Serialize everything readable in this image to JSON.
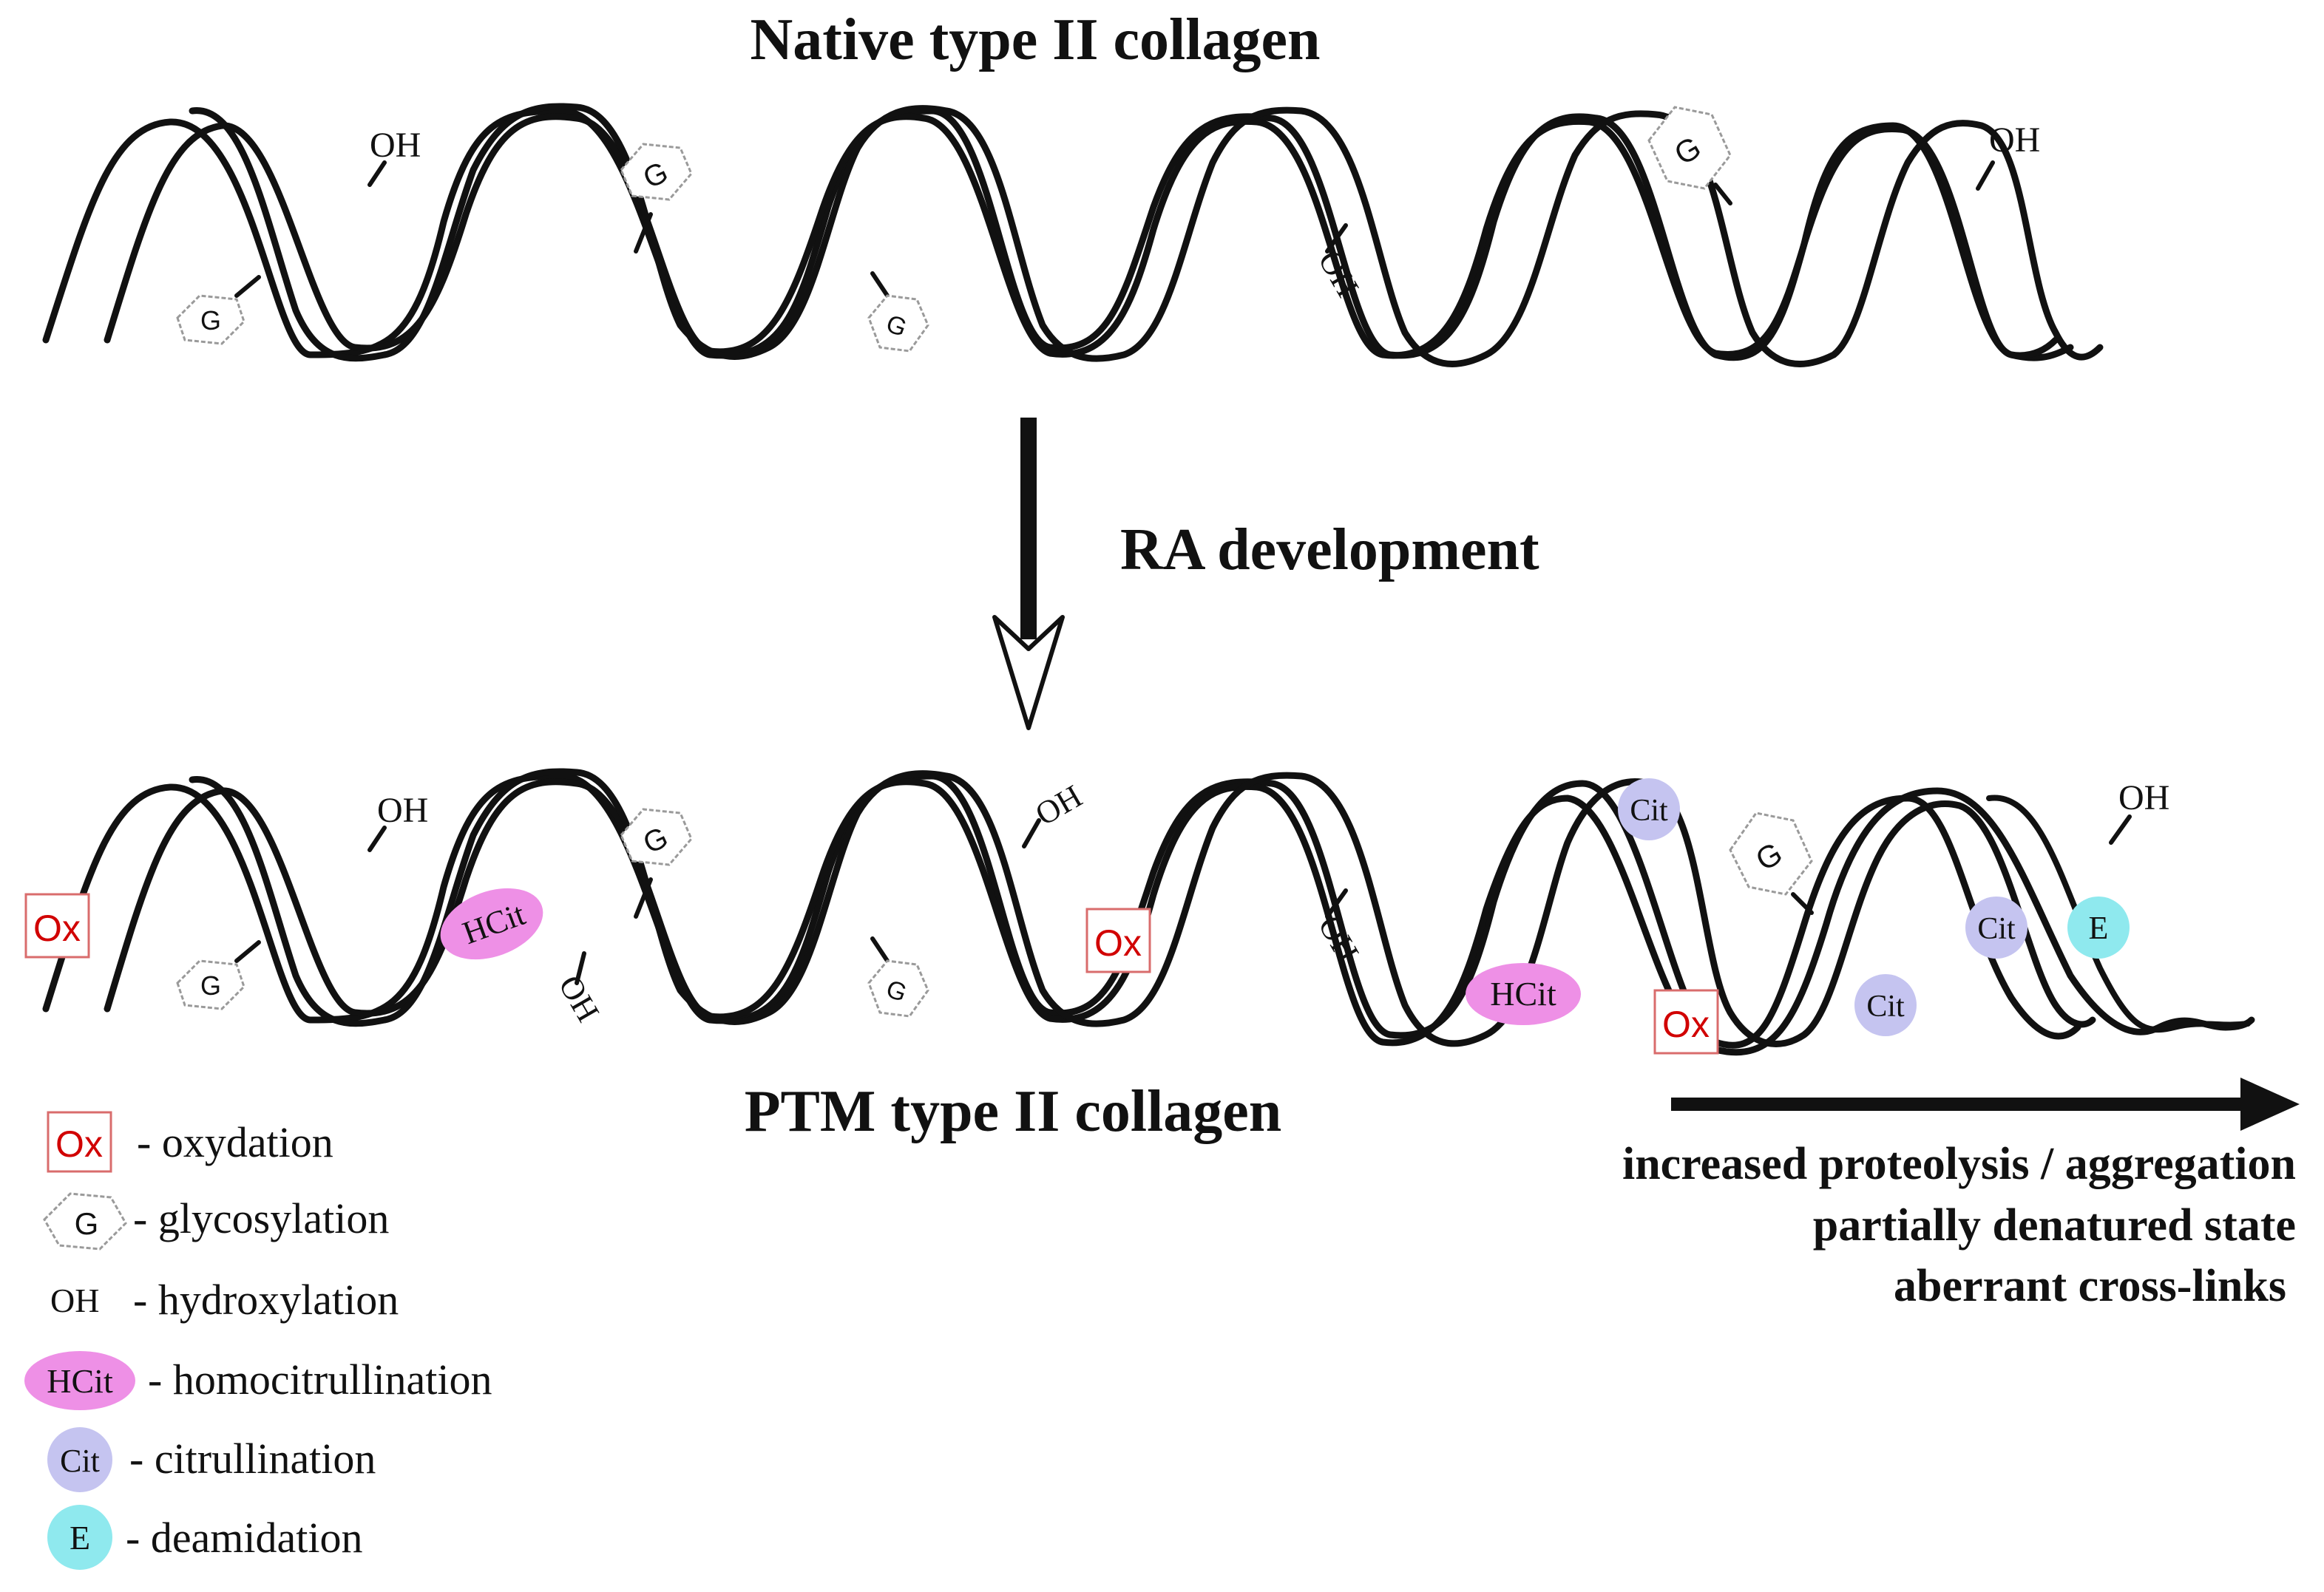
{
  "titles": {
    "native": "Native type II collagen",
    "transition": "RA development",
    "ptm": "PTM type II collagen"
  },
  "mod_labels": {
    "ox": "Ox",
    "g": "G",
    "oh": "OH",
    "hcit": "HCit",
    "cit": "Cit",
    "e": "E"
  },
  "legend": [
    {
      "key": "ox",
      "symbol": "Ox",
      "label": "- oxydation"
    },
    {
      "key": "g",
      "symbol": "G",
      "label": "- glycosylation"
    },
    {
      "key": "oh",
      "symbol": "OH",
      "label": "- hydroxylation"
    },
    {
      "key": "hcit",
      "symbol": "HCit",
      "label": "- homocitrullination"
    },
    {
      "key": "cit",
      "symbol": "Cit",
      "label": "- citrullination"
    },
    {
      "key": "e",
      "symbol": "E",
      "label": "- deamidation"
    }
  ],
  "outcomes": [
    "increased proteolysis / aggregation",
    "partially denatured state",
    "aberrant cross-links"
  ],
  "colors": {
    "strand": "#111111",
    "ox_text": "#d10000",
    "ox_border": "#d96c6c",
    "hcit_fill": "#ee90e6",
    "cit_fill": "#c5c4f0",
    "e_fill": "#8fe9ee",
    "glyco_border": "#9a9a9a"
  }
}
